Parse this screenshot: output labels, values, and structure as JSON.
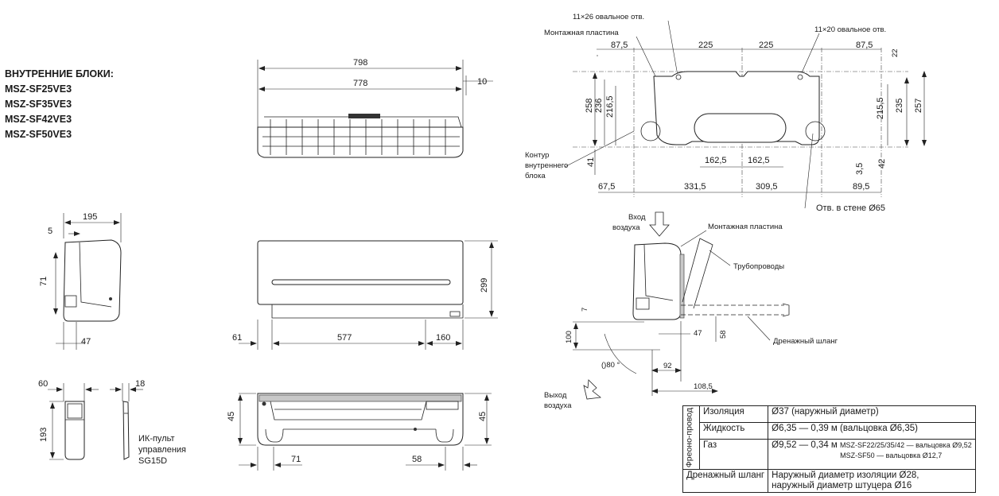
{
  "title_lines": [
    "ВНУТРЕННИЕ БЛОКИ:",
    "MSZ-SF25VE3",
    "MSZ-SF35VE3",
    "MSZ-SF42VE3",
    "MSZ-SF50VE3"
  ],
  "top_view": {
    "dim_total": "798",
    "dim_inner": "778",
    "dim_side": "10"
  },
  "side_view": {
    "dim_depth": "195",
    "dim_5": "5",
    "dim_71": "71",
    "dim_47": "47"
  },
  "front_view": {
    "dim_height": "299",
    "dim_61": "61",
    "dim_577": "577",
    "dim_160": "160"
  },
  "bottom_view": {
    "dim_45_left": "45",
    "dim_45_right": "45",
    "dim_71": "71",
    "dim_58": "58"
  },
  "remote": {
    "dim_60": "60",
    "dim_18": "18",
    "dim_193": "193",
    "label_lines": [
      "ИК-пульт",
      "управления",
      "SG15D"
    ]
  },
  "mounting_plate": {
    "label_oval_26": "11×26 овальное отв.",
    "label_oval_20": "11×20 овальное отв.",
    "label_plate": "Монтажная пластина",
    "dim_top": [
      "87,5",
      "225",
      "225",
      "87,5"
    ],
    "dim_22": "22",
    "dim_left": [
      "258",
      "236",
      "216,5",
      "41"
    ],
    "dim_right": [
      "235",
      "215,5",
      "257",
      "3,5",
      "42"
    ],
    "dim_mid": [
      "162,5",
      "162,5"
    ],
    "dim_bottom": [
      "67,5",
      "331,5",
      "309,5",
      "89,5"
    ],
    "contour_lines": [
      "Контур",
      "внутреннего",
      "блока"
    ],
    "label_wall_hole": "Отв. в стене Ø65"
  },
  "install_view": {
    "air_in_lines": [
      "Вход",
      "воздуха"
    ],
    "air_out_lines": [
      "Выход",
      "воздуха"
    ],
    "label_plate": "Монтажная пластина",
    "label_pipes": "Трубопроводы",
    "label_drain": "Дренажный шланг",
    "dim_7": "7",
    "dim_100": "100",
    "dim_47": "47",
    "dim_58": "58",
    "dim_92": "92",
    "dim_108": "108,5",
    "angle_label": "()80 °"
  },
  "spec_table": {
    "group_label": "Фреоно-провод",
    "rows": [
      {
        "name": "Изоляция",
        "value": "Ø37 (наружный диаметр)"
      },
      {
        "name": "Жидкость",
        "value": "Ø6,35 — 0,39 м  (вальцовка Ø6,35)"
      },
      {
        "name": "Газ",
        "value": "Ø9,52 — 0,34 м",
        "note1": "MSZ-SF22/25/35/42 — вальцовка Ø9,52",
        "note2": "MSZ-SF50 — вальцовка Ø12,7"
      }
    ],
    "drain_name": "Дренажный шланг",
    "drain_value_1": "Наружный диаметр изоляции Ø28,",
    "drain_value_2": "наружный диаметр штуцера Ø16"
  }
}
